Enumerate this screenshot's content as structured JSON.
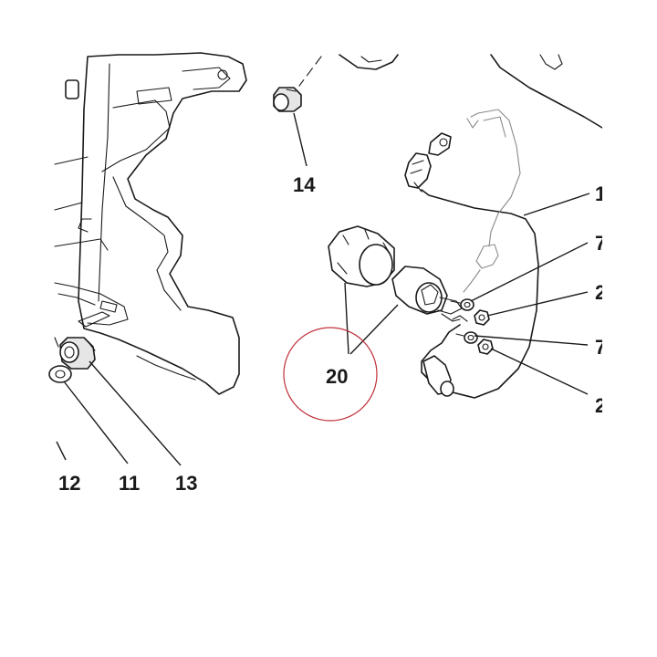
{
  "colors": {
    "line": "#1a1a1a",
    "highlight_circle": "#c0303a",
    "background": "#ffffff"
  },
  "callouts": {
    "c14": "14",
    "c20": "20",
    "c12": "12",
    "c11": "11",
    "c13": "13",
    "c1": "1",
    "c7a": "7",
    "c2a": "2",
    "c7b": "7",
    "c2b": "2"
  }
}
